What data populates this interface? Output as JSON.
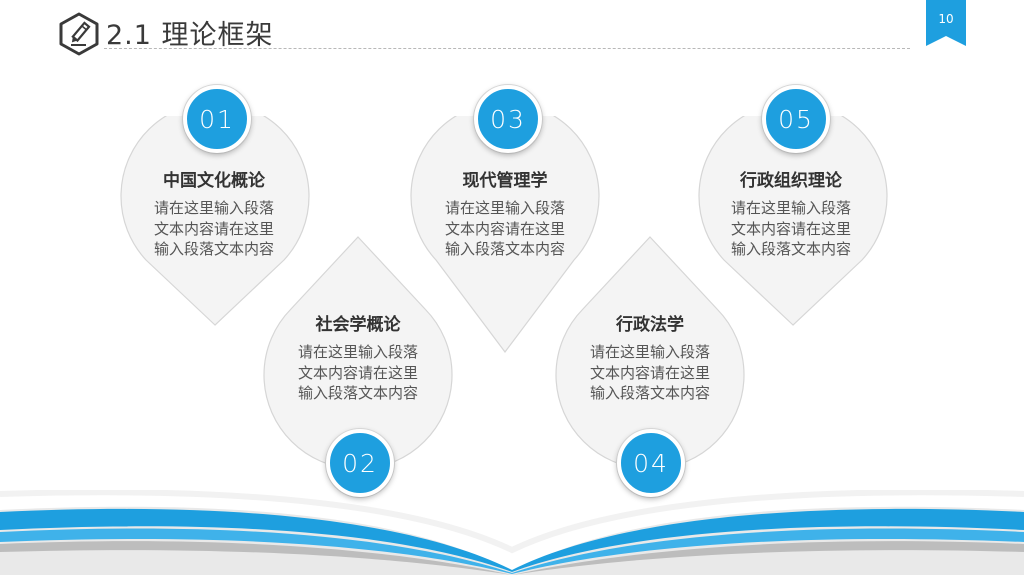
{
  "header": {
    "title": "2.1 理论框架",
    "page_number": "10"
  },
  "colors": {
    "accent": "#1e9fdf",
    "accent_light": "#3fb2ea",
    "drop_fill": "#f4f4f4",
    "drop_stroke": "#d6d6d6",
    "text_dark": "#333333",
    "text_body": "#555555"
  },
  "items": [
    {
      "number": "01",
      "title": "中国文化概论",
      "body": "请在这里输入段落文本内容请在这里输入段落文本内容"
    },
    {
      "number": "02",
      "title": "社会学概论",
      "body": "请在这里输入段落文本内容请在这里输入段落文本内容"
    },
    {
      "number": "03",
      "title": "现代管理学",
      "body": "请在这里输入段落文本内容请在这里输入段落文本内容"
    },
    {
      "number": "04",
      "title": "行政法学",
      "body": "请在这里输入段落文本内容请在这里输入段落文本内容"
    },
    {
      "number": "05",
      "title": "行政组织理论",
      "body": "请在这里输入段落文本内容请在这里输入段落文本内容"
    }
  ],
  "icons": {
    "header": "hexagon-pencil-icon",
    "page_badge": "bookmark-ribbon-icon"
  }
}
